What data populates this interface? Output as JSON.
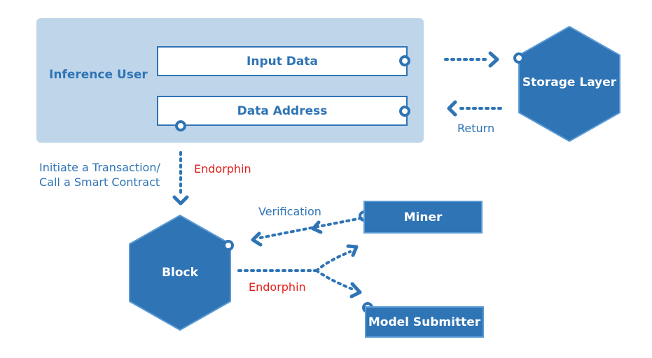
{
  "inference_user": {
    "label": "Inference User"
  },
  "input_data": {
    "label": "Input Data"
  },
  "data_address": {
    "label": "Data Address"
  },
  "storage_layer": {
    "label": "Storage Layer"
  },
  "return_label": "Return",
  "initiate_label_line1": "Initiate a Transaction/",
  "initiate_label_line2": "Call a Smart Contract",
  "endorphin_top": "Endorphin",
  "block": {
    "label": "Block"
  },
  "verification_label": "Verification",
  "miner": {
    "label": "Miner"
  },
  "endorphin_bottom": "Endorphin",
  "model_submitter": {
    "label": "Model Submitter"
  },
  "colors": {
    "primary": "#2f74b5",
    "light": "#bfd5ea",
    "highlight": "#e0201b",
    "border": "#5b9bd5"
  }
}
